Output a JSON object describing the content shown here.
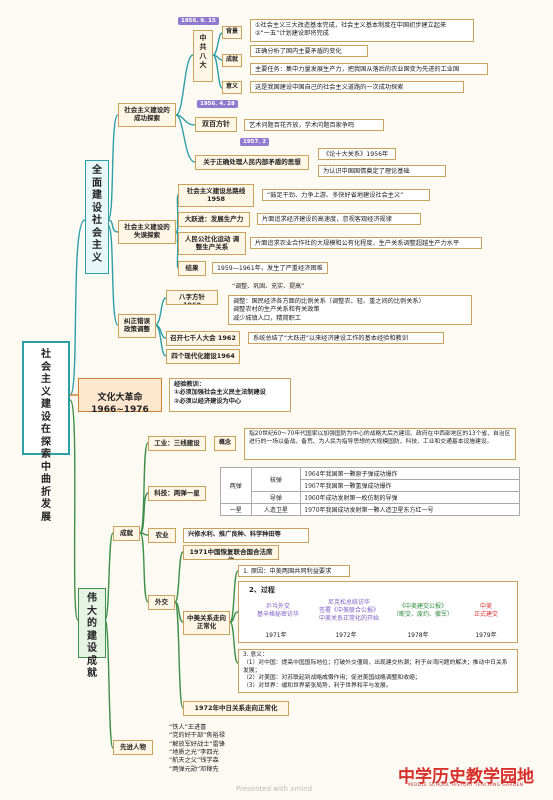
{
  "root": "社会主义建设在探索中曲折发展",
  "s1": {
    "title": "全面建设社会主义",
    "success": {
      "title": "社会主义建设的成功探索",
      "c8": {
        "date": "1956. 9. 15",
        "title": "中共八大",
        "bg_label": "背景",
        "bg_items": [
          "①社会主义三大改造基本完成，社会主义基本制度在中国初步建立起来",
          "②“一五”计划建设即将完成"
        ],
        "ach_label": "成就",
        "ach_items": [
          "正确分析了国内主要矛盾的变化",
          "主要任务：集中力量发展生产力，把我国从落后的农业国变为先进的工业国"
        ],
        "sig_label": "意义",
        "sig_text": "这是我国建设中国自己的社会主义道路的一次成功探索"
      },
      "sh": {
        "date": "1956. 4. 28",
        "title": "双百方针",
        "text": "艺术问题百花齐放，学术问题百家争鸣"
      },
      "zq": {
        "date": "1957. 2",
        "title": "关于正确处理人民内部矛盾的思想",
        "items": [
          "《论十大关系》1956年",
          "为认识中国国情奠定了理论基础"
        ]
      }
    },
    "failure": {
      "title": "社会主义建设的失误探索",
      "line": {
        "title": "社会主义建设总路线 1958",
        "text": "“鼓足干劲、力争上游、多快好省地建设社会主义”"
      },
      "leap": {
        "title": "大跃进：发展生产力",
        "text": "片面追求经济建设的高速度，忽视客观经济规律"
      },
      "commune": {
        "title": "人民公社化运动 调整生产关系",
        "text": "片面追求农业合作社的大规模和公有化程度，生产关系调整超越生产力水平"
      },
      "result": {
        "title": "结果",
        "text": "1959—1961年，发生了严重经济困难"
      }
    },
    "adjust": {
      "title": "纠正错误政策调整",
      "eight": {
        "title": "八字方针1960",
        "text": "“调整、巩固、充实、提高”",
        "detail": "调整：国民经济各方面的比例关系（调整农、轻、重之间的比例关系）\n调整农村的生产关系和有关政策\n减少城镇人口，精简职工"
      },
      "meeting": {
        "title": "召开七千人大会 1962",
        "text": "系统总结了“大跃进”以来经济建设工作的基本经验和教训"
      },
      "four": {
        "title": "四个现代化建设1964"
      }
    }
  },
  "s2": {
    "title": "文化大革命\n1966~1976",
    "lesson_title": "经验教训：",
    "lessons": [
      "①必须加强社会主义民主法制建设",
      "②必须以经济建设为中心"
    ]
  },
  "s3": {
    "title": "伟大的建设成就",
    "ach": "成就",
    "industry": {
      "title": "工业：三线建设",
      "concept_label": "概念",
      "concept": "指20世纪60～70年代国家以加强国防为中心的战略大后方建设。政府在中西部地区的13个省、自治区进行的一场以备战、备荒、为人民为指导思想的大规模国防、科技、工业和交通基本设施建设。"
    },
    "tech": {
      "title": "科技：两弹一星",
      "rows": [
        {
          "group": "两弹",
          "item": "核弹",
          "text": "1964年我国第一颗原子弹成功爆炸"
        },
        {
          "group": "",
          "item": "",
          "text": "1967年我国第一颗氢弹成功爆炸"
        },
        {
          "group": "",
          "item": "导弹",
          "text": "1960年成功发射第一枚仿制的导弹"
        },
        {
          "group": "一星",
          "item": "人造卫星",
          "text": "1970年我国成功发射第一颗人造卫星东方红一号"
        }
      ]
    },
    "agri": {
      "title": "农业",
      "text": "兴修水利、推广良种、科学种田等"
    },
    "diplomacy": {
      "title": "外交",
      "un": "1971中国恢复联合国合法席位",
      "sino_us": "中美关系走向正常化",
      "reason": "1. 原因：中美两国共同利益要求",
      "process_title": "2、过程",
      "events": [
        {
          "text": "乒乓外交\n基辛格秘密访华",
          "year": "1971年"
        },
        {
          "text": "尼克松总统访华\n签署《中美联合公报》\n中美关系正常化的开始",
          "year": "1972年"
        },
        {
          "text": "《中美建交公报》\n（断交、废约、撤军）",
          "year": "1978年"
        },
        {
          "text": "中美\n正式建交",
          "year": "1979年"
        }
      ],
      "meaning": [
        "3. 意义：",
        "（1）对中国：提高中国国际地位；打破外交僵局，出现建交热潮；利于台湾问题的解决；推动中日关系发展；",
        "（2）对美国：对苏联起到战略威慑作用；促进美国战略调整和收缩；",
        "（3）对世界：缓和世界紧张局势，利于世界和平与发展。"
      ],
      "japan": "1972年中日关系走向正常化"
    },
    "people": {
      "title": "先进人物",
      "list": [
        "“铁人”王进喜",
        "“党的好干部”焦裕禄",
        "“解放军好战士”雷锋",
        "“地质之光”李四光",
        "“航天之父”钱学森",
        "“两弹元勋”邓稼先"
      ]
    }
  },
  "footer": {
    "watermark": "Presented with xmind",
    "logo": "中学历史教学园地",
    "logo_en": "MIDDLE SCHOOL HISTORY TEACHING GARDEN"
  }
}
